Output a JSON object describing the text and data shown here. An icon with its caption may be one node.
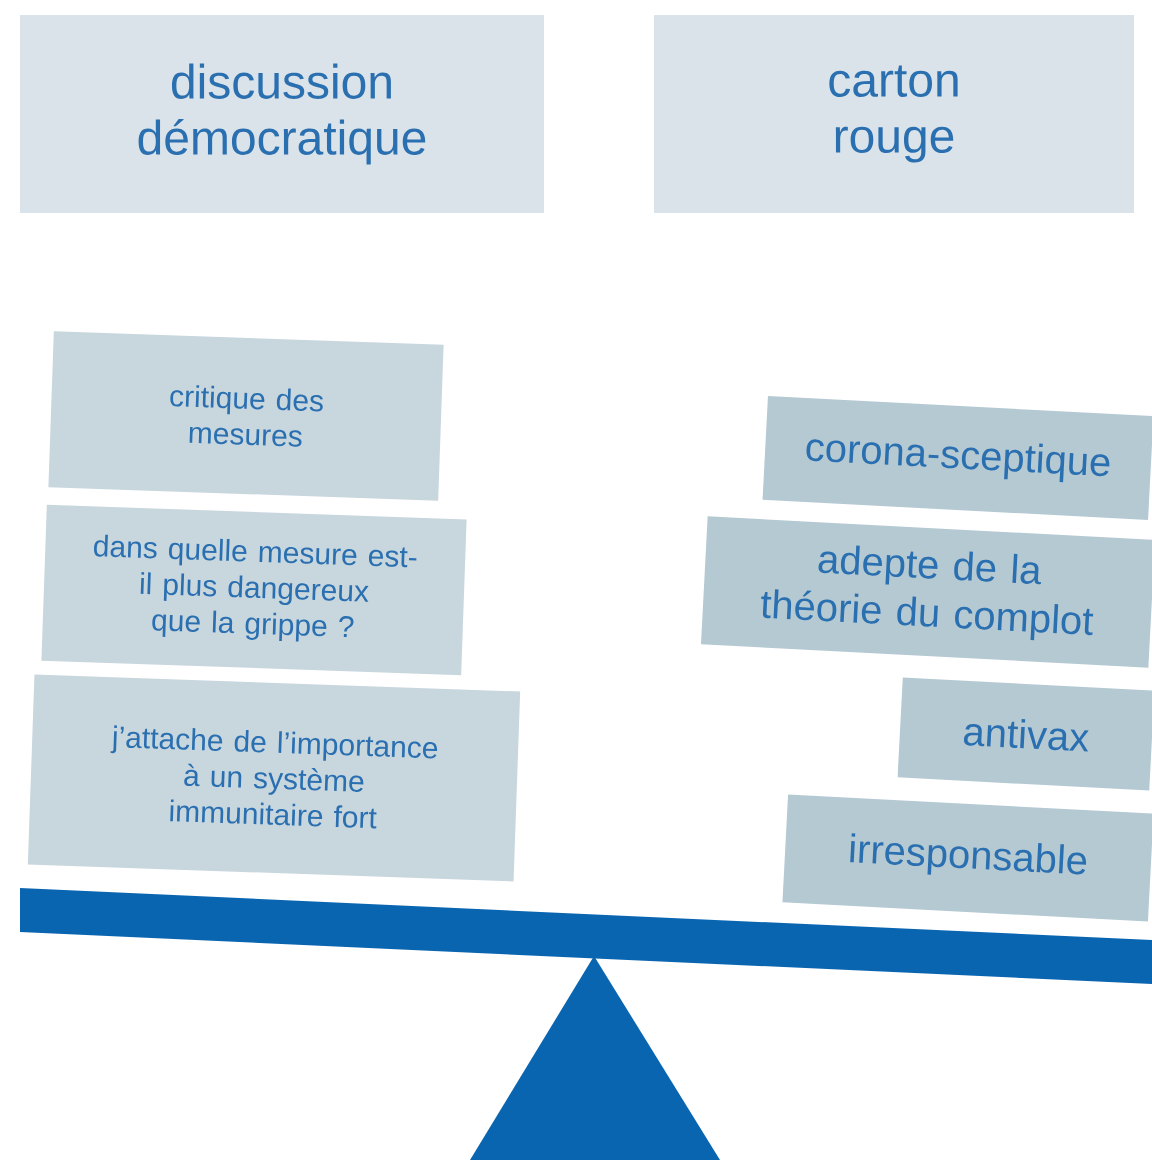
{
  "diagram": {
    "nodes": [
      {
        "text": [
          "discussion démocratique"
        ]
      },
      {
        "text": [
          "carton rouge"
        ]
      },
      {
        "text": [
          "critique des mesures"
        ]
      },
      {
        "text": [
          "dans quelle mesure est-il plus dangereux que la grippe ?"
        ]
      },
      {
        "text": [
          "j’attache de l’importance à un système immunitaire fort"
        ]
      },
      {
        "text": [
          "corona-sceptique"
        ]
      },
      {
        "text": [
          "adepte de la théorie du complot"
        ]
      },
      {
        "text": [
          "antivax"
        ]
      },
      {
        "text": [
          "irresponsable"
        ]
      }
    ],
    "edges": []
  }
}
